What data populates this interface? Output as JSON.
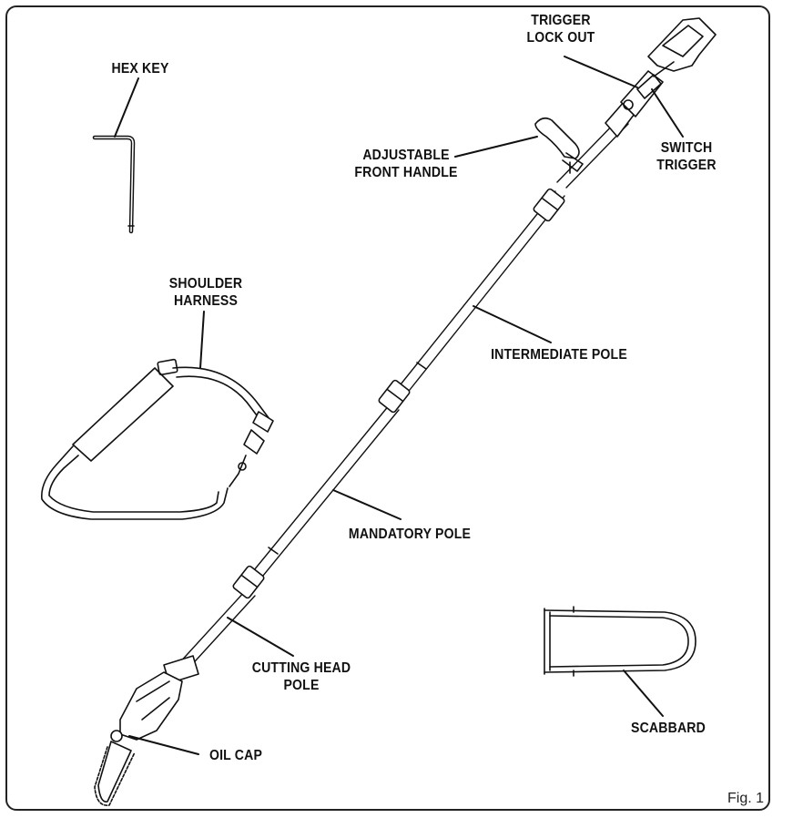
{
  "labels": {
    "hex_key": "HEX KEY",
    "trigger_lock_out_1": "TRIGGER",
    "trigger_lock_out_2": "LOCK OUT",
    "adjustable_front_handle_1": "ADJUSTABLE",
    "adjustable_front_handle_2": "FRONT HANDLE",
    "switch_trigger_1": "SWITCH",
    "switch_trigger_2": "TRIGGER",
    "shoulder_harness_1": "SHOULDER",
    "shoulder_harness_2": "HARNESS",
    "intermediate_pole": "INTERMEDIATE POLE",
    "mandatory_pole": "MANDATORY POLE",
    "cutting_head_pole_1": "CUTTING HEAD",
    "cutting_head_pole_2": "POLE",
    "oil_cap": "OIL CAP",
    "scabbard": "SCABBARD"
  },
  "figure_caption": "Fig. 1"
}
